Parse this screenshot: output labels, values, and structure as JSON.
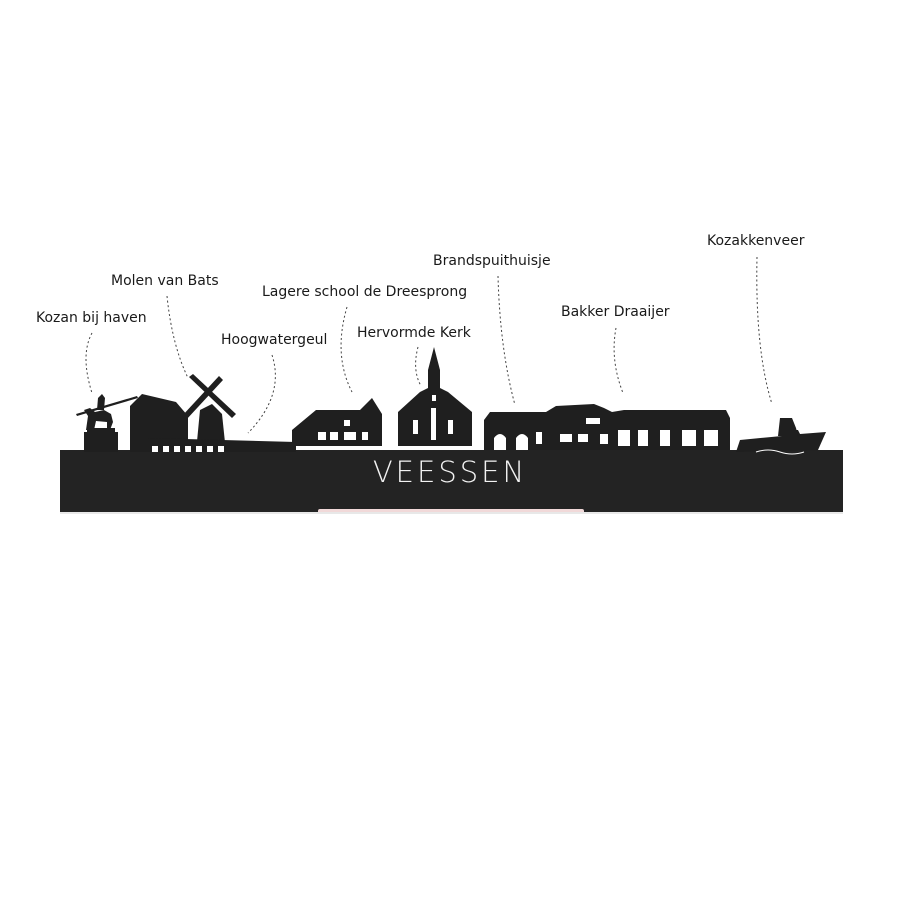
{
  "town_name": "VEESSEN",
  "labels": [
    {
      "key": "kozan",
      "text": "Kozan bij haven"
    },
    {
      "key": "molen",
      "text": "Molen van Bats"
    },
    {
      "key": "hoogwater",
      "text": "Hoogwatergeul"
    },
    {
      "key": "school",
      "text": "Lagere school de Dreesprong"
    },
    {
      "key": "kerk",
      "text": "Hervormde Kerk"
    },
    {
      "key": "brandspuit",
      "text": "Brandspuithuisje"
    },
    {
      "key": "bakker",
      "text": "Bakker Draaijer"
    },
    {
      "key": "veer",
      "text": "Kozakkenveer"
    }
  ],
  "colors": {
    "silhouette": "#1f1f1f",
    "base": "#232323",
    "text_light": "#f2f2f2",
    "label": "#1a1a1a",
    "stand_highlight": "#f1d9d9"
  }
}
